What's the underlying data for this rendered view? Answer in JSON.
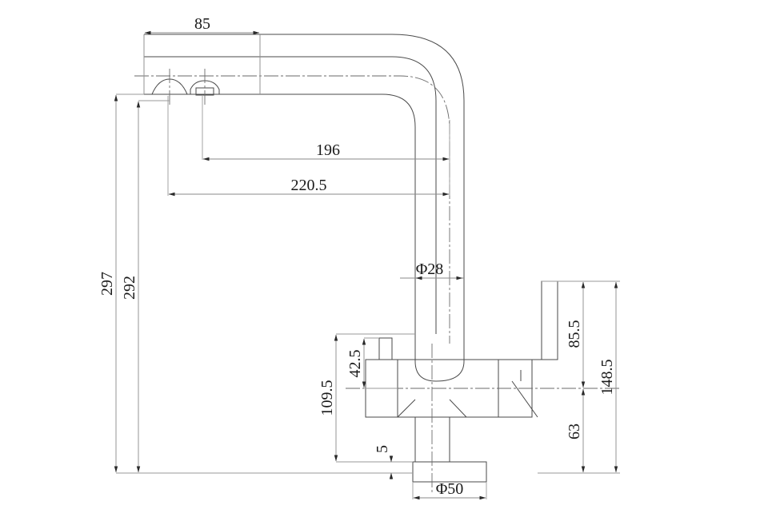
{
  "drawing": {
    "title": "Kitchen Faucet Technical Dimension Drawing",
    "background_color": "#ffffff",
    "object_line_color": "#4a4a4a",
    "dimension_line_color": "#8a8a8a",
    "text_color": "#1a1a1a",
    "units": "mm"
  },
  "dimensions": {
    "spout_reach_top": "85",
    "reach_inner": "196",
    "reach_outer": "220.5",
    "height_total": "297",
    "height_secondary": "292",
    "spout_diameter": "Φ28",
    "handle_height": "85.5",
    "body_total_height": "148.5",
    "body_lower_height": "63",
    "body_top_height": "42.5",
    "body_height_from_base": "109.5",
    "base_plate_thickness": "5",
    "base_diameter": "Φ50"
  },
  "labels": {
    "d85": "85",
    "d196": "196",
    "d220_5": "220.5",
    "d297": "297",
    "d292": "292",
    "d28": "Φ28",
    "d85_5": "85.5",
    "d148_5": "148.5",
    "d63": "63",
    "d42_5": "42.5",
    "d109_5": "109.5",
    "d5": "5",
    "d50": "Φ50"
  }
}
